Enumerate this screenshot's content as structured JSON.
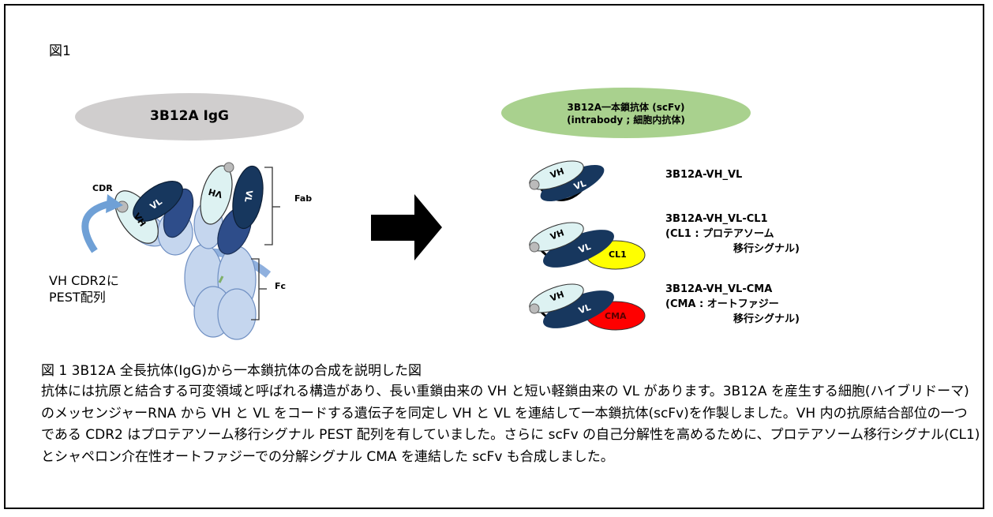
{
  "figure_label": "図1",
  "left": {
    "title": "3B12A IgG",
    "cdr_label": "CDR",
    "fab_label": "Fab",
    "fc_label": "Fc",
    "vh_label": "VH",
    "vl_label": "VL",
    "vh_note_line1": "VH CDR2に",
    "vh_note_line2": "PEST配列"
  },
  "right": {
    "title_line1": "3B12A一本鎖抗体 (scFv)",
    "title_line2": "(intrabody ; 細胞内抗体)",
    "constructs": [
      {
        "name": "3B12A-VH_VL"
      },
      {
        "name": "3B12A-VH_VL-CL1",
        "note_line1": "(CL1 : プロテアソーム",
        "note_line2": "移行シグナル)",
        "tag": "CL1"
      },
      {
        "name": "3B12A-VH_VL-CMA",
        "note_line1": "(CMA : オートファジー",
        "note_line2": "移行シグナル)",
        "tag": "CMA"
      }
    ]
  },
  "caption": {
    "title": "図 1 3B12A 全長抗体(IgG)から一本鎖抗体の合成を説明した図",
    "body": "抗体には抗原と結合する可変領域と呼ばれる構造があり、長い重鎖由来の VH と短い軽鎖由来の VL があります。3B12A を産生する細胞(ハイブリドーマ)のメッセンジャーRNA から VH と VL をコードする遺伝子を同定し VH と VL を連結して一本鎖抗体(scFv)を作製しました。VH 内の抗原結合部位の一つである CDR2 はプロテアソーム移行シグナル PEST 配列を有していました。さらに scFv の自己分解性を高めるために、プロテアソーム移行シグナル(CL1)とシャペロン介在性オートファジーでの分解シグナル CMA を連結した scFv も合成しました。"
  },
  "colors": {
    "gray_ellipse": "#d0cece",
    "green_ellipse": "#a9d18e",
    "vh_light": "#ddf2f2",
    "vl_dark": "#17375e",
    "domain_blue": "#c5d6ee",
    "domain_blue_dark": "#2e4d8a",
    "cl1_yellow": "#ffff00",
    "cma_red": "#ff0000",
    "arrow_blue": "#6fa0d6"
  }
}
